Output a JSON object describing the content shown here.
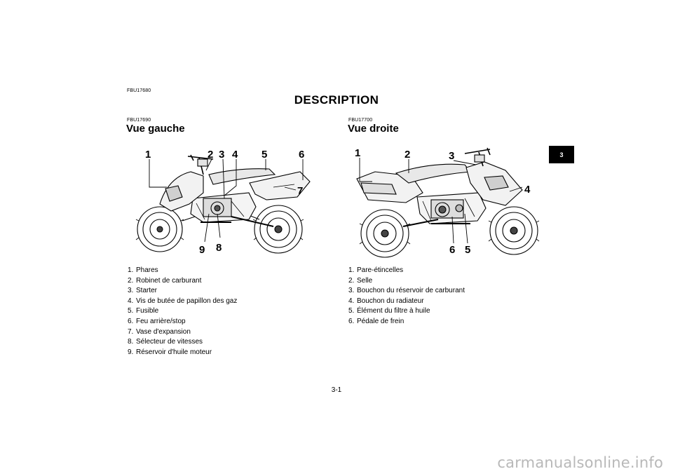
{
  "header": {
    "section_code": "FBU17680",
    "title": "DESCRIPTION"
  },
  "left_view": {
    "code": "FBU17690",
    "title": "Vue gauche",
    "callouts": [
      "1",
      "2",
      "3",
      "4",
      "5",
      "6",
      "7",
      "8",
      "9"
    ],
    "parts": [
      {
        "num": "1.",
        "label": "Phares"
      },
      {
        "num": "2.",
        "label": "Robinet de carburant"
      },
      {
        "num": "3.",
        "label": "Starter"
      },
      {
        "num": "4.",
        "label": "Vis de butée de papillon des gaz"
      },
      {
        "num": "5.",
        "label": "Fusible"
      },
      {
        "num": "6.",
        "label": "Feu arrière/stop"
      },
      {
        "num": "7.",
        "label": "Vase d'expansion"
      },
      {
        "num": "8.",
        "label": "Sélecteur de vitesses"
      },
      {
        "num": "9.",
        "label": "Réservoir d'huile moteur"
      }
    ]
  },
  "right_view": {
    "code": "FBU17700",
    "title": "Vue droite",
    "callouts": [
      "1",
      "2",
      "3",
      "4",
      "5",
      "6"
    ],
    "parts": [
      {
        "num": "1.",
        "label": "Pare-étincelles"
      },
      {
        "num": "2.",
        "label": "Selle"
      },
      {
        "num": "3.",
        "label": "Bouchon du réservoir de carburant"
      },
      {
        "num": "4.",
        "label": "Bouchon du radiateur"
      },
      {
        "num": "5.",
        "label": "Élément du filtre à huile"
      },
      {
        "num": "6.",
        "label": "Pédale de frein"
      }
    ]
  },
  "chapter_tab": "3",
  "page_number": "3-1",
  "watermark": "carmanualsonline.info"
}
